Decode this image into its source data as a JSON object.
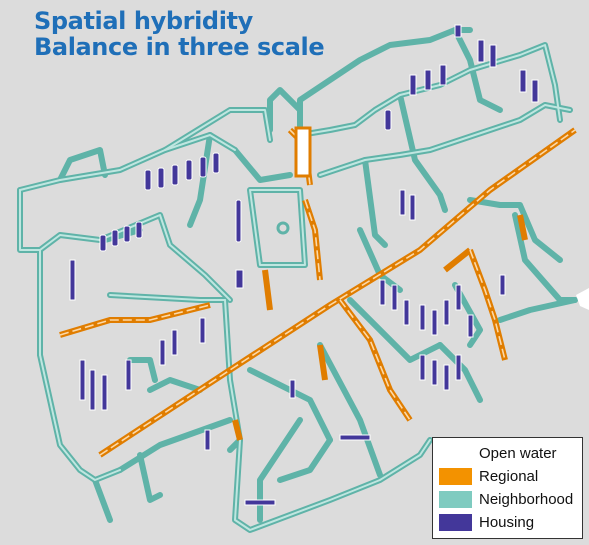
{
  "title": {
    "line1": "Spatial hybridity",
    "line2": "Balance in three scale"
  },
  "colors": {
    "background": "#dcdcdc",
    "open_water": "#ffffff",
    "regional": "#f39200",
    "neighborhood": "#7fcbc0",
    "housing": "#43379a"
  },
  "legend": {
    "items": [
      {
        "label": "Open water",
        "color": "#ffffff"
      },
      {
        "label": "Regional",
        "color": "#f39200"
      },
      {
        "label": "Neighborhood",
        "color": "#7fcbc0"
      },
      {
        "label": "Housing",
        "color": "#43379a"
      }
    ]
  }
}
